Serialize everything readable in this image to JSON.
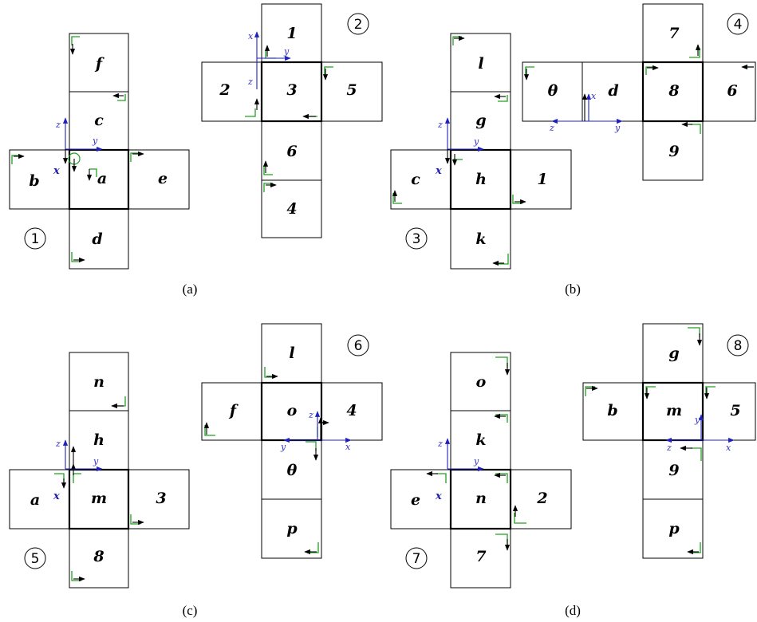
{
  "colors": {
    "face_stroke": "#000000",
    "axis": "#2020c0",
    "marker": "#22a022",
    "arrow": "#000000"
  },
  "panel_a": {
    "net1": {
      "number": "1",
      "faces": {
        "f": "f",
        "c": "c",
        "b": "b",
        "a": "a",
        "e": "e",
        "d": "d"
      },
      "axes": {
        "z": "z",
        "y": "y",
        "x": "x"
      }
    },
    "net2": {
      "number": "2",
      "faces": {
        "t": "1",
        "l": "2",
        "c": "3",
        "r": "5",
        "b1": "6",
        "b2": "4"
      },
      "axes": {
        "x": "x",
        "y": "y",
        "z": "z"
      }
    },
    "caption": "(a)"
  },
  "panel_b": {
    "net3": {
      "number": "3",
      "faces": {
        "t1": "l",
        "t2": "g",
        "l": "c",
        "c": "h",
        "r": "1",
        "b": "k"
      },
      "axes": {
        "z": "z",
        "y": "y",
        "x": "x"
      }
    },
    "net4": {
      "number": "4",
      "faces": {
        "t": "7",
        "l2": "θ",
        "l1": "d",
        "c": "8",
        "r": "6",
        "b": "9"
      },
      "axes": {
        "x": "x",
        "z": "z",
        "y": "y"
      }
    },
    "caption": "(b)"
  },
  "panel_c": {
    "net5": {
      "number": "5",
      "faces": {
        "t1": "n",
        "t2": "h",
        "l": "a",
        "c": "m",
        "r": "3",
        "b": "8"
      },
      "axes": {
        "z": "z",
        "y": "y",
        "x": "x"
      }
    },
    "net6": {
      "number": "6",
      "faces": {
        "t": "l",
        "l": "f",
        "c": "o",
        "r": "4",
        "b1": "θ",
        "b2": "p"
      },
      "axes": {
        "z": "z",
        "y": "y",
        "x": "x"
      }
    },
    "caption": "(c)"
  },
  "panel_d": {
    "net7": {
      "number": "7",
      "faces": {
        "t1": "o",
        "t2": "k",
        "l": "e",
        "c": "n",
        "r": "2",
        "b": "7"
      },
      "axes": {
        "z": "z",
        "y": "y",
        "x": "x"
      }
    },
    "net8": {
      "number": "8",
      "faces": {
        "t": "g",
        "l": "b",
        "c": "m",
        "r": "5",
        "b1": "9",
        "b2": "p"
      },
      "axes": {
        "y": "y",
        "z": "z",
        "x": "x"
      }
    },
    "caption": "(d)"
  }
}
